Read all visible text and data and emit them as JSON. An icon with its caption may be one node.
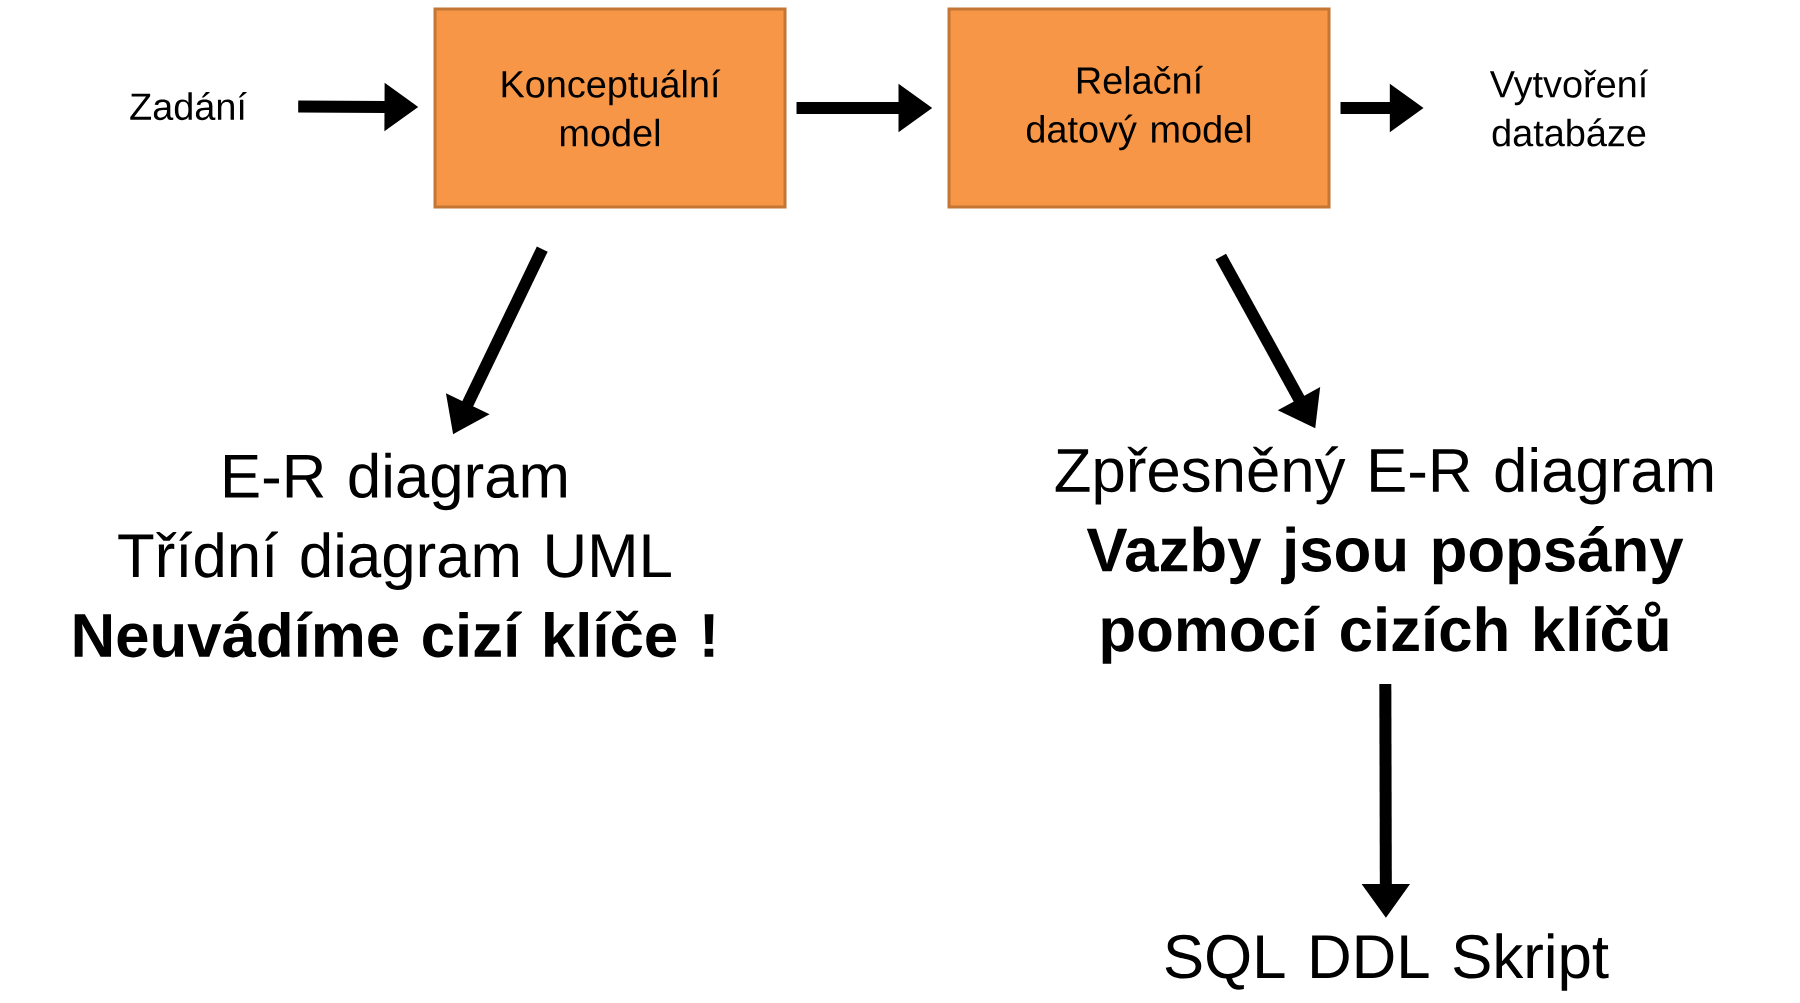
{
  "diagram": {
    "nodes": [
      {
        "text": [
          "Zadání"
        ]
      },
      {
        "text": [
          "Konceptuální model"
        ]
      },
      {
        "text": [
          "Relační datový model"
        ]
      },
      {
        "text": [
          "Vytvoření databáze"
        ]
      },
      {
        "text": [
          "E-R diagram",
          "Třídní diagram UML",
          "Neuvádíme cizí klíče !"
        ]
      },
      {
        "text": [
          "Zpřesněný E-R diagram",
          "Vazby jsou popsány pomocí cizích klíčů"
        ]
      },
      {
        "text": [
          "SQL DDL Skript"
        ]
      }
    ],
    "edges": [
      {
        "from": 0,
        "to": 1,
        "arrow": "to"
      },
      {
        "from": 1,
        "to": 2,
        "arrow": "to"
      },
      {
        "from": 2,
        "to": 3,
        "arrow": "to"
      },
      {
        "from": 1,
        "to": 4,
        "arrow": "to"
      },
      {
        "from": 2,
        "to": 5,
        "arrow": "to"
      },
      {
        "from": 5,
        "to": 6,
        "arrow": "to"
      }
    ]
  }
}
